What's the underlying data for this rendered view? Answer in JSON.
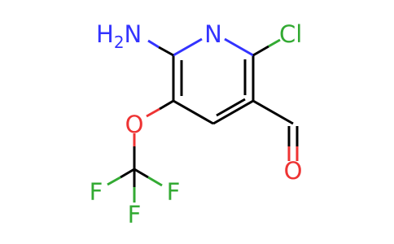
{
  "molecule": {
    "atoms": {
      "nh2": {
        "symbol": "H",
        "subscript": "2",
        "element": "N"
      },
      "n_ring": {
        "symbol": "N"
      },
      "cl": {
        "symbol": "Cl"
      },
      "o_ether": {
        "symbol": "O"
      },
      "o_carbonyl": {
        "symbol": "O"
      },
      "f_left": {
        "symbol": "F"
      },
      "f_right": {
        "symbol": "F"
      },
      "f_bottom": {
        "symbol": "F"
      }
    }
  },
  "colors": {
    "nitrogen": "#3333ff",
    "chlorine": "#33aa33",
    "oxygen": "#ee3333",
    "fluorine": "#33aa33",
    "carbon": "#000000"
  }
}
